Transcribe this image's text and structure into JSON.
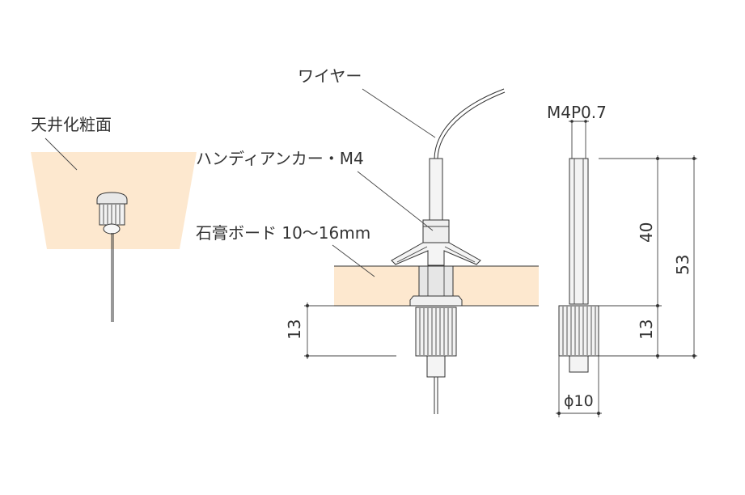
{
  "labels": {
    "ceiling_finish": "天井化粧面",
    "wire": "ワイヤー",
    "anchor": "ハンディアンカー・M4",
    "board": "石膏ボード 10～16mm",
    "thread": "M4P0.7"
  },
  "dimensions": {
    "section_13": "13",
    "side_40": "40",
    "side_13": "13",
    "side_53": "53",
    "diameter": "ϕ10"
  },
  "colors": {
    "board_fill": "#fde8cf",
    "line": "#333333",
    "part_fill": "#f2f2f2"
  }
}
